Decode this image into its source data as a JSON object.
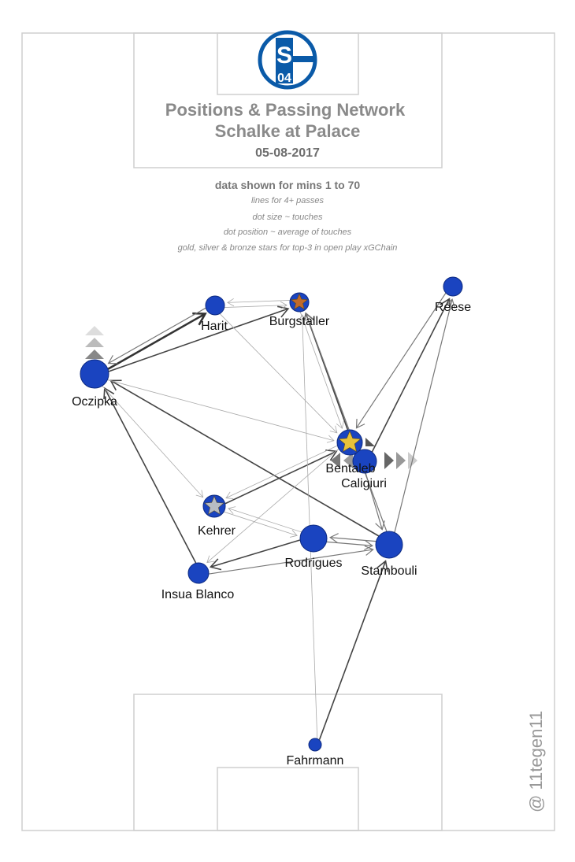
{
  "header": {
    "logo_text": "S04",
    "title": "Positions & Passing Network",
    "subtitle": "Schalke at Palace",
    "date": "05-08-2017"
  },
  "notes": {
    "range": "data shown for mins 1 to 70",
    "line1": "lines for 4+ passes",
    "line2": "dot size ~ touches",
    "line3": "dot position ~ average of touches",
    "line4": "gold, silver & bronze stars for top-3 in open play xGChain"
  },
  "watermark": "@ 11tegen11",
  "colors": {
    "dot": "#1a44c0",
    "gold": "#e8c23a",
    "silver": "#b8bcc4",
    "bronze": "#c06a2a",
    "line": "#333333"
  },
  "players": [
    {
      "name": "Harit",
      "star": null
    },
    {
      "name": "Burgstaller",
      "star": "bronze"
    },
    {
      "name": "Reese",
      "star": null
    },
    {
      "name": "Oczipka",
      "star": null
    },
    {
      "name": "Bentaleb",
      "star": "gold"
    },
    {
      "name": "Caligiuri",
      "star": null
    },
    {
      "name": "Kehrer",
      "star": "silver"
    },
    {
      "name": "Rodrigues",
      "star": null
    },
    {
      "name": "Stambouli",
      "star": null
    },
    {
      "name": "Insua Blanco",
      "star": null
    },
    {
      "name": "Fahrmann",
      "star": null
    }
  ],
  "passes": [
    {
      "from": "Oczipka",
      "to": "Harit",
      "strength": 3
    },
    {
      "from": "Harit",
      "to": "Oczipka",
      "strength": 1
    },
    {
      "from": "Oczipka",
      "to": "Burgstaller",
      "strength": 2
    },
    {
      "from": "Harit",
      "to": "Burgstaller",
      "strength": 0
    },
    {
      "from": "Burgstaller",
      "to": "Harit",
      "strength": 0
    },
    {
      "from": "Insua Blanco",
      "to": "Oczipka",
      "strength": 2
    },
    {
      "from": "Stambouli",
      "to": "Oczipka",
      "strength": 2
    },
    {
      "from": "Oczipka",
      "to": "Kehrer",
      "strength": 0
    },
    {
      "from": "Oczipka",
      "to": "Bentaleb",
      "strength": 0
    },
    {
      "from": "Kehrer",
      "to": "Bentaleb",
      "strength": 2
    },
    {
      "from": "Bentaleb",
      "to": "Kehrer",
      "strength": 0
    },
    {
      "from": "Harit",
      "to": "Bentaleb",
      "strength": 0
    },
    {
      "from": "Burgstaller",
      "to": "Bentaleb",
      "strength": 0
    },
    {
      "from": "Bentaleb",
      "to": "Burgstaller",
      "strength": 2
    },
    {
      "from": "Reese",
      "to": "Bentaleb",
      "strength": 1
    },
    {
      "from": "Caligiuri",
      "to": "Reese",
      "strength": 2
    },
    {
      "from": "Stambouli",
      "to": "Reese",
      "strength": 1
    },
    {
      "from": "Rodrigues",
      "to": "Stambouli",
      "strength": 1
    },
    {
      "from": "Stambouli",
      "to": "Rodrigues",
      "strength": 1
    },
    {
      "from": "Rodrigues",
      "to": "Insua Blanco",
      "strength": 2
    },
    {
      "from": "Insua Blanco",
      "to": "Stambouli",
      "strength": 1
    },
    {
      "from": "Fahrmann",
      "to": "Stambouli",
      "strength": 2
    },
    {
      "from": "Fahrmann",
      "to": "Burgstaller",
      "strength": 0
    },
    {
      "from": "Stambouli",
      "to": "Burgstaller",
      "strength": 1
    },
    {
      "from": "Rodrigues",
      "to": "Kehrer",
      "strength": 0
    },
    {
      "from": "Kehrer",
      "to": "Rodrigues",
      "strength": 0
    },
    {
      "from": "Bentaleb",
      "to": "Insua Blanco",
      "strength": 0
    },
    {
      "from": "Caligiuri",
      "to": "Stambouli",
      "strength": 1
    }
  ]
}
